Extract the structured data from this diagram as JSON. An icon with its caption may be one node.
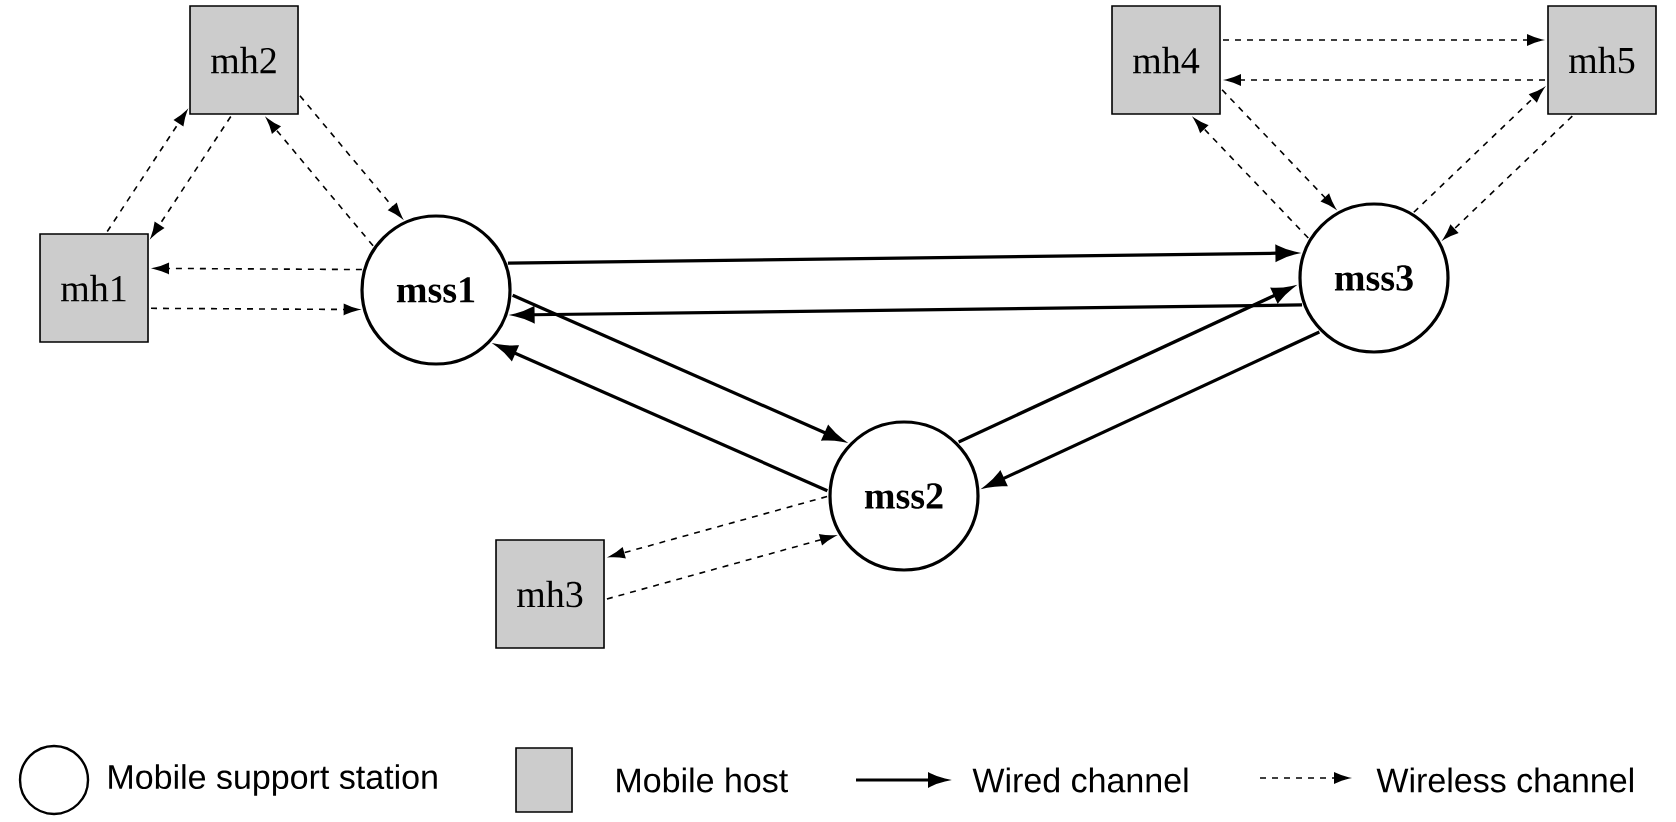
{
  "diagram": {
    "nodes": [
      {
        "text": [
          "mh1"
        ]
      },
      {
        "text": [
          "mh2"
        ]
      },
      {
        "text": [
          "mss1"
        ]
      },
      {
        "text": [
          "mss2"
        ]
      },
      {
        "text": [
          "mh3"
        ]
      },
      {
        "text": [
          "mss3"
        ]
      },
      {
        "text": [
          "mh4"
        ]
      },
      {
        "text": [
          "mh5"
        ]
      }
    ],
    "edges": [
      {
        "from": 0,
        "to": 1,
        "arrow": "to",
        "style": "dashed"
      },
      {
        "from": 1,
        "to": 0,
        "arrow": "to",
        "style": "dashed"
      },
      {
        "from": 1,
        "to": 2,
        "arrow": "to",
        "style": "dashed"
      },
      {
        "from": 2,
        "to": 1,
        "arrow": "to",
        "style": "dashed"
      },
      {
        "from": 2,
        "to": 0,
        "arrow": "to",
        "style": "dashed"
      },
      {
        "from": 0,
        "to": 2,
        "arrow": "to",
        "style": "dashed"
      },
      {
        "from": 2,
        "to": 5,
        "arrow": "to"
      },
      {
        "from": 5,
        "to": 2,
        "arrow": "to"
      },
      {
        "from": 2,
        "to": 3,
        "arrow": "to"
      },
      {
        "from": 3,
        "to": 2,
        "arrow": "to"
      },
      {
        "from": 3,
        "to": 5,
        "arrow": "to"
      },
      {
        "from": 5,
        "to": 3,
        "arrow": "to"
      },
      {
        "from": 3,
        "to": 4,
        "arrow": "to",
        "style": "dashed"
      },
      {
        "from": 4,
        "to": 3,
        "arrow": "to",
        "style": "dashed"
      },
      {
        "from": 6,
        "to": 7,
        "arrow": "to",
        "style": "dashed"
      },
      {
        "from": 7,
        "to": 6,
        "arrow": "to",
        "style": "dashed"
      },
      {
        "from": 6,
        "to": 5,
        "arrow": "to",
        "style": "dashed"
      },
      {
        "from": 5,
        "to": 6,
        "arrow": "to",
        "style": "dashed"
      },
      {
        "from": 5,
        "to": 7,
        "arrow": "to",
        "style": "dashed"
      },
      {
        "from": 7,
        "to": 5,
        "arrow": "to",
        "style": "dashed"
      }
    ],
    "legend": [
      {
        "text": "Mobile support station"
      },
      {
        "text": "Mobile host"
      },
      {
        "text": "Wired channel"
      },
      {
        "text": "Wireless channel"
      }
    ]
  }
}
